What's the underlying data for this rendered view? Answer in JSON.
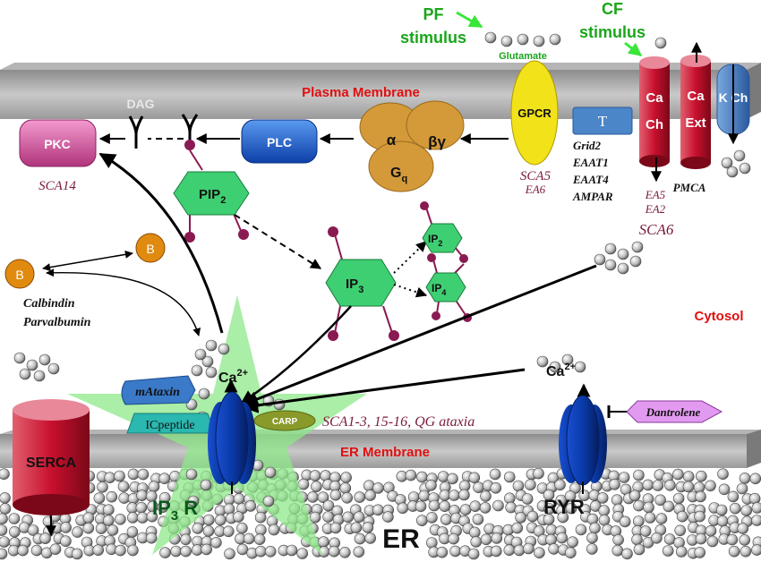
{
  "stimuli": {
    "pf": "PF\nstimulus",
    "cf": "CF\nstimulus",
    "glutamate": "Glutamate"
  },
  "membranes": {
    "plasma": "Plasma Membrane",
    "er": "ER Membrane",
    "cytosol": "Cytosol",
    "er_lumen": "ER"
  },
  "proteins": {
    "pkc": "PKC",
    "plc": "PLC",
    "dag": "DAG",
    "alpha": "α",
    "beta_gamma": "βγ",
    "gq": "G",
    "gq_sub": "q",
    "gpcr": "GPCR",
    "t": "T",
    "ca_ch_1": "Ca",
    "ca_ch_2": "Ch",
    "ca_ext_1": "Ca",
    "ca_ext_2": "Ext",
    "k_ch": "K Ch",
    "serca": "SERCA",
    "ip3r": "IP",
    "ip3r_sub": "3",
    "ip3r_suffix": " R",
    "ryr": "RYR",
    "mataxin": "mAtaxin",
    "icpeptide": "ICpeptide",
    "carp": "CARP",
    "dantrolene": "Dantrolene",
    "b1": "B",
    "b2": "B"
  },
  "molecules": {
    "pip2": "PIP",
    "pip2_sub": "2",
    "ip3": "IP",
    "ip3_sub": "3",
    "ip2": "IP",
    "ip2_sub": "2",
    "ip4": "IP",
    "ip4_sub": "4",
    "ca_1": "Ca",
    "ca_1_sup": "2+",
    "ca_2": "Ca",
    "ca_2_sup": "2+"
  },
  "labels": {
    "sca14": "SCA14",
    "sca5": "SCA5",
    "ea6": "EA6",
    "grid2": "Grid2",
    "eaat1": "EAAT1",
    "eaat4": "EAAT4",
    "ampar": "AMPAR",
    "ea5": "EA5",
    "ea2": "EA2",
    "pmca": "PMCA",
    "sca6": "SCA6",
    "calbindin": "Calbindin",
    "parvalbumin": "Parvalbumin",
    "sca1_3": "SCA1-3, 15-16, QG ataxia"
  },
  "colors": {
    "membrane": "#9a9a9a",
    "pkc": "#d0509a",
    "plc": "#1f5fd6",
    "pip": "#3ecf72",
    "gq": "#d49a3a",
    "gpcr": "#f2e21a",
    "t": "#4a86c8",
    "channel_red": "#c8102e",
    "k_channel": "#3a6fb5",
    "ip3r": "#0a3aa8",
    "star": "#8ee88a",
    "red_text": "#e01010",
    "green_text": "#1aa61a",
    "maroon_text": "#7a1a3a",
    "dantrolene": "#e29af0"
  }
}
